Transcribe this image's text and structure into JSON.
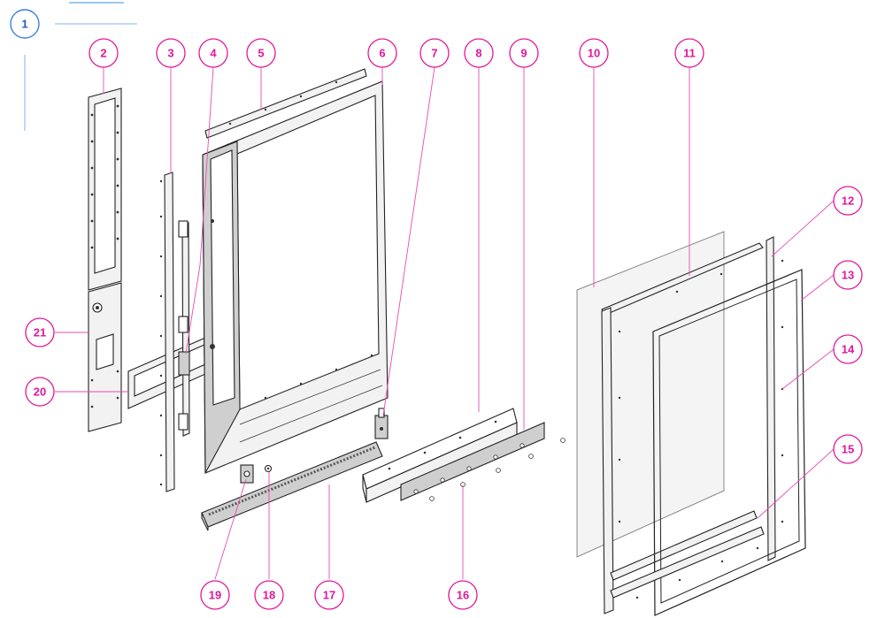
{
  "view_number": "1",
  "colors": {
    "callout": "#e0189a",
    "title": "#3a7fd8"
  },
  "callouts": [
    {
      "label": "2"
    },
    {
      "label": "3"
    },
    {
      "label": "4"
    },
    {
      "label": "5"
    },
    {
      "label": "6"
    },
    {
      "label": "7"
    },
    {
      "label": "8"
    },
    {
      "label": "9"
    },
    {
      "label": "10"
    },
    {
      "label": "11"
    },
    {
      "label": "12"
    },
    {
      "label": "13"
    },
    {
      "label": "14"
    },
    {
      "label": "15"
    },
    {
      "label": "16"
    },
    {
      "label": "17"
    },
    {
      "label": "18"
    },
    {
      "label": "19"
    },
    {
      "label": "20"
    },
    {
      "label": "21"
    }
  ]
}
